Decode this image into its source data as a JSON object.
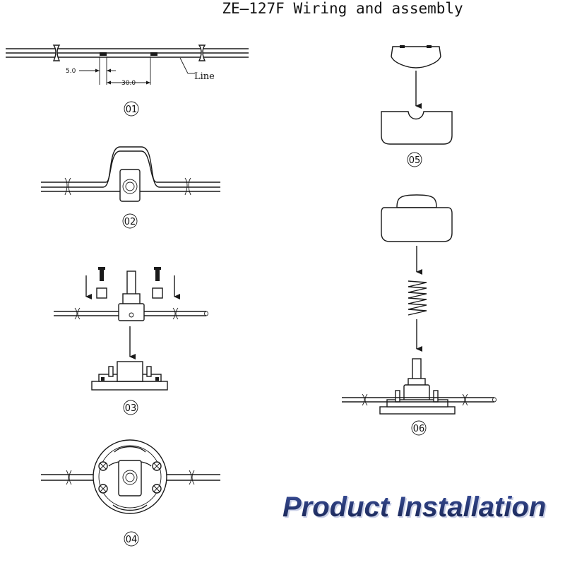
{
  "title": "ZE–127F Wiring and assembly",
  "step01": {
    "number": "01",
    "dim_strip": "5.0",
    "dim_gap": "30.0",
    "line_label": "Line"
  },
  "step02": {
    "number": "02"
  },
  "step03": {
    "number": "03"
  },
  "step04": {
    "number": "04"
  },
  "step05": {
    "number": "05"
  },
  "step06": {
    "number": "06"
  },
  "banner": {
    "text": "Product Installation",
    "color": "#1f2f6b"
  }
}
